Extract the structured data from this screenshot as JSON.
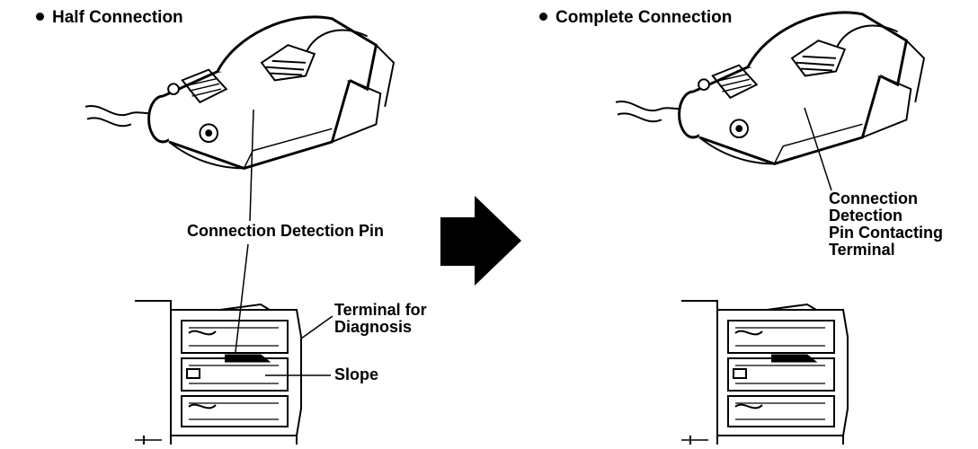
{
  "left_panel": {
    "heading": "Half Connection",
    "pin_label": "Connection Detection Pin",
    "terminal_label_line1": "Terminal for",
    "terminal_label_line2": "Diagnosis",
    "slope_label": "Slope"
  },
  "right_panel": {
    "heading": "Complete Connection",
    "contact_label_line1": "Connection",
    "contact_label_line2": "Detection",
    "contact_label_line3": "Pin Contacting",
    "contact_label_line4": "Terminal"
  },
  "arrow": {
    "direction": "right",
    "color": "#000000"
  },
  "icons": [
    "bullet-icon",
    "arrow-right-icon"
  ]
}
